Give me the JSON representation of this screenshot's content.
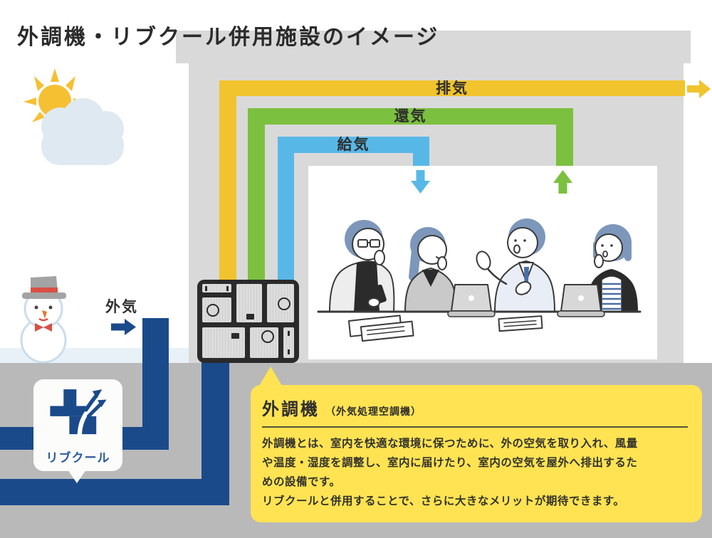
{
  "title": "外調機・リブクール併用施設のイメージ",
  "building": {
    "ducts": {
      "exhaust_label": "排気",
      "return_label": "還気",
      "supply_label": "給気"
    }
  },
  "outside": {
    "outside_air_label": "外気"
  },
  "underground": {
    "rivcool_label": "リブクール"
  },
  "callout": {
    "title": "外調機",
    "title_note": "（外気処理空調機）",
    "body_lines": [
      "外調機とは、室内を快適な環境に保つために、外の空気を取り入れ、風量",
      "や温度・湿度を調整し、室内に届けたり、室内の空気を屋外へ排出するた",
      "めの設備です。",
      "リブクールと併用することで、さらに大きなメリットが期待できます。"
    ]
  },
  "colors": {
    "duct_exhaust": "#f1c32d",
    "duct_return": "#7cc03f",
    "duct_supply": "#57b8e8",
    "pipe_navy": "#1b4a8b",
    "building_gray": "#d9d9d9",
    "ground_gray": "#b9b9b9",
    "callout_yellow": "#ffe352",
    "snow_white": "#e8f1f8",
    "illustration_hair_blue": "#7d97bb"
  }
}
